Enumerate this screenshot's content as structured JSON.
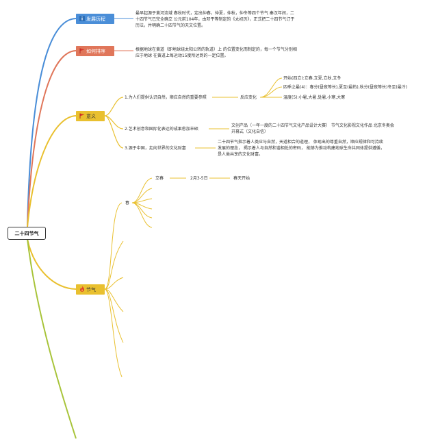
{
  "root": {
    "label": "二十四节气"
  },
  "branches": {
    "history": {
      "label": "发展历程",
      "icon": "info-icon",
      "color": "#4a8ed8",
      "detail": "最早起源于黄河流域 春秋时代，定出仲春，仲夏，仲秋，仲冬等四个节气 秦汉年间，二十四节气已完全确立 公元前104年，由邓平等制定的《太初历》，正式把二十四节气订于历法，并明确二十四节气的天文位置。"
    },
    "ordering": {
      "label": "如何排序",
      "icon": "flag-icon",
      "color": "#e0765a",
      "detail": "根据地球在黄道（即地球绕太阳公转的轨道）上 的位置变化而制定的，每一个节气分别相应于地球 在黄道上每运动15度所达到的一定位置。"
    },
    "meaning": {
      "label": "意义",
      "icon": "flag-icon",
      "color": "#e9c02f",
      "items": [
        {
          "label": "1.为人们提供认识自然，顺应自然的重要参照",
          "sub": {
            "label": "反应变化",
            "leaves": [
              "开始(四立):立春,立夏,立秋,立冬",
              "四季之最(4)：春分(昼夜等长),夏至(最热),秋分(昼夜等长)冬至(最冷)",
              "温度(5):小暑,大暑,处暑,小寒,大寒"
            ]
          }
        },
        {
          "label": "2.艺术创意和国际化表达的成果愈加丰硕",
          "detail": "文创产品（一年一度的二十四节气文化产品设计大赛） 节气文化影视文化作品 北京冬奥会开幕式（文化自信）"
        },
        {
          "label": "3.源于中国，走向世界的文化财富",
          "detail": "二十四节气指示着人类应与自然，天道相合的道理， 体现出的尊重自然，顺应规律和可持续发展的理念， 揭示着人与自然和谐相处的密码， 能够为推动构建地球生命共同体提供遵循， 是人类共享的文化财富。"
        }
      ]
    },
    "terms": {
      "label": "节气",
      "icon": "fire-icon",
      "color": "#e9c02f",
      "season": {
        "label": "春",
        "first": {
          "name": "立春",
          "date": "2月3-5日",
          "meaning": "春天开始"
        }
      }
    },
    "extra": {
      "color": "#a8c43a"
    }
  }
}
